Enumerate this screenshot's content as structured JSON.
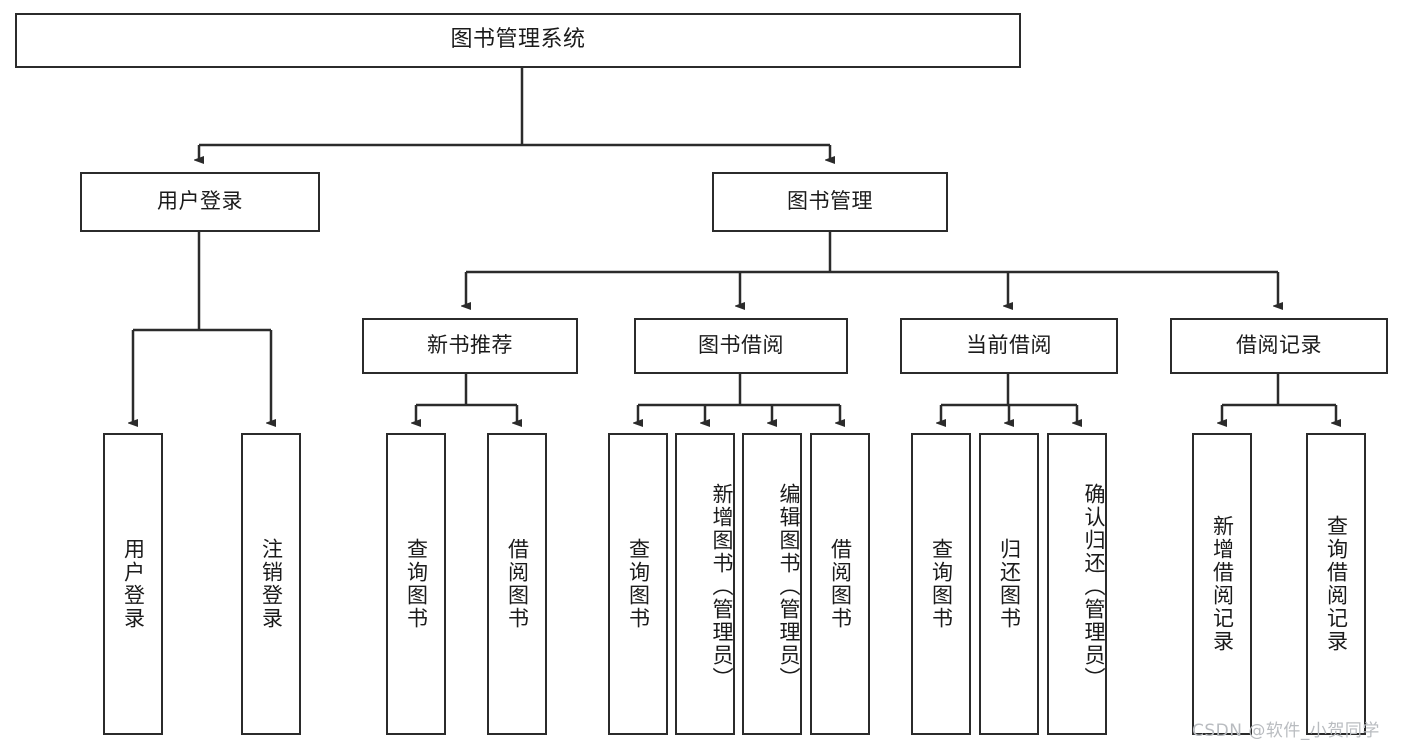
{
  "diagram": {
    "title": "图书管理系统",
    "type": "hierarchy-tree",
    "root": {
      "label": "图书管理系统"
    },
    "level2": [
      {
        "label": "用户登录"
      },
      {
        "label": "图书管理"
      }
    ],
    "level3": [
      {
        "label": "新书推荐"
      },
      {
        "label": "图书借阅"
      },
      {
        "label": "当前借阅"
      },
      {
        "label": "借阅记录"
      }
    ],
    "leaves": {
      "user_login": [
        {
          "label": "用户登录"
        },
        {
          "label": "注销登录"
        }
      ],
      "new_book_recommend": [
        {
          "label": "查询图书"
        },
        {
          "label": "借阅图书"
        }
      ],
      "book_borrow": [
        {
          "label": "查询图书"
        },
        {
          "label": "新增图书（管理员）"
        },
        {
          "label": "编辑图书（管理员）"
        },
        {
          "label": "借阅图书"
        }
      ],
      "current_borrow": [
        {
          "label": "查询图书"
        },
        {
          "label": "归还图书"
        },
        {
          "label": "确认归还（管理员）"
        }
      ],
      "borrow_record": [
        {
          "label": "新增借阅记录"
        },
        {
          "label": "查询借阅记录"
        }
      ]
    }
  },
  "watermark": {
    "text": "CSDN @软件_小贺同学"
  },
  "colors": {
    "stroke": "#2b2b2b",
    "text": "#1b1b1b",
    "background": "#ffffff",
    "watermark": "#b9bcc0"
  }
}
